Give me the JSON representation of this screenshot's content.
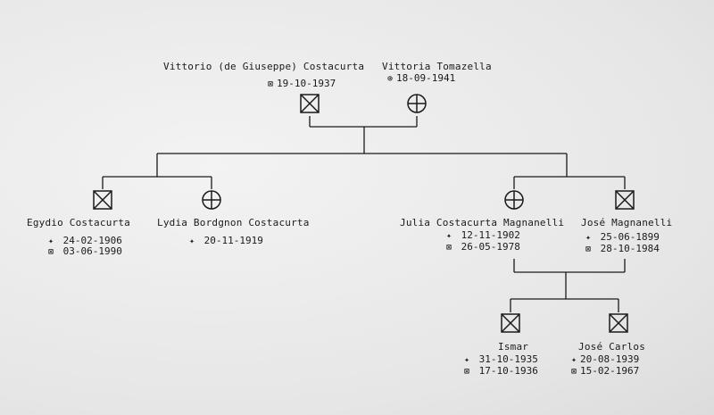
{
  "people": {
    "vittorio": {
      "name": "Vittorio (de Giuseppe) Costacurta",
      "death": "19-10-1937"
    },
    "vittoria": {
      "name": "Vittoria Tomazella",
      "death": "18-09-1941"
    },
    "egydio": {
      "name": "Egydio Costacurta",
      "birth": "24-02-1906",
      "death": "03-06-1990"
    },
    "lydia": {
      "name": "Lydia Bordgnon Costacurta",
      "birth": "20-11-1919"
    },
    "julia": {
      "name": "Julia Costacurta Magnanelli",
      "birth": "12-11-1902",
      "death": "26-05-1978"
    },
    "jose_m": {
      "name": "José Magnanelli",
      "birth": "25-06-1899",
      "death": "28-10-1984"
    },
    "ismar": {
      "name": "Ismar",
      "birth": "31-10-1935",
      "death": "17-10-1936"
    },
    "jose_c": {
      "name": "José Carlos",
      "birth": "20-08-1939",
      "death": "15-02-1967"
    }
  },
  "symbols": {
    "male": "square-x-icon",
    "female": "circle-cross-icon",
    "birth": "star-icon",
    "death": "box-x-icon",
    "ink_color": "#1a1a1a",
    "paper_color": "#ededed"
  }
}
